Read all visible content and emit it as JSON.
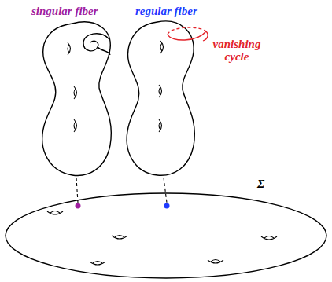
{
  "diagram": {
    "labels": [
      "singular fiber",
      "regular fiber",
      "vanishing cycle",
      "Σ"
    ]
  }
}
